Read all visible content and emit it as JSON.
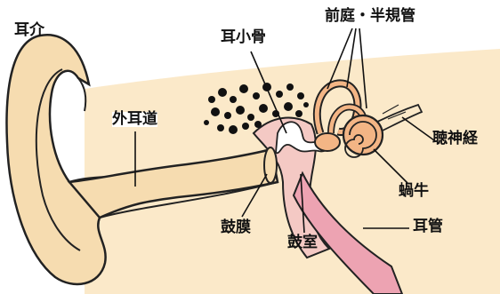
{
  "labels": {
    "auricle": "耳介",
    "ossicles": "耳小骨",
    "vestibule_canals": "前庭・半規管",
    "ear_canal": "外耳道",
    "auditory_nerve": "聴神経",
    "cochlea": "蝸牛",
    "eardrum": "鼓膜",
    "tympanic_cavity": "鼓室",
    "eustachian_tube": "耳管"
  },
  "colors": {
    "skin": "#f6dcb0",
    "skin_light": "#fbe9c9",
    "bone_pink": "#f4c9c4",
    "tube_pink": "#eda3b2",
    "cochlea_orange": "#f3b585",
    "outline": "#222222"
  }
}
